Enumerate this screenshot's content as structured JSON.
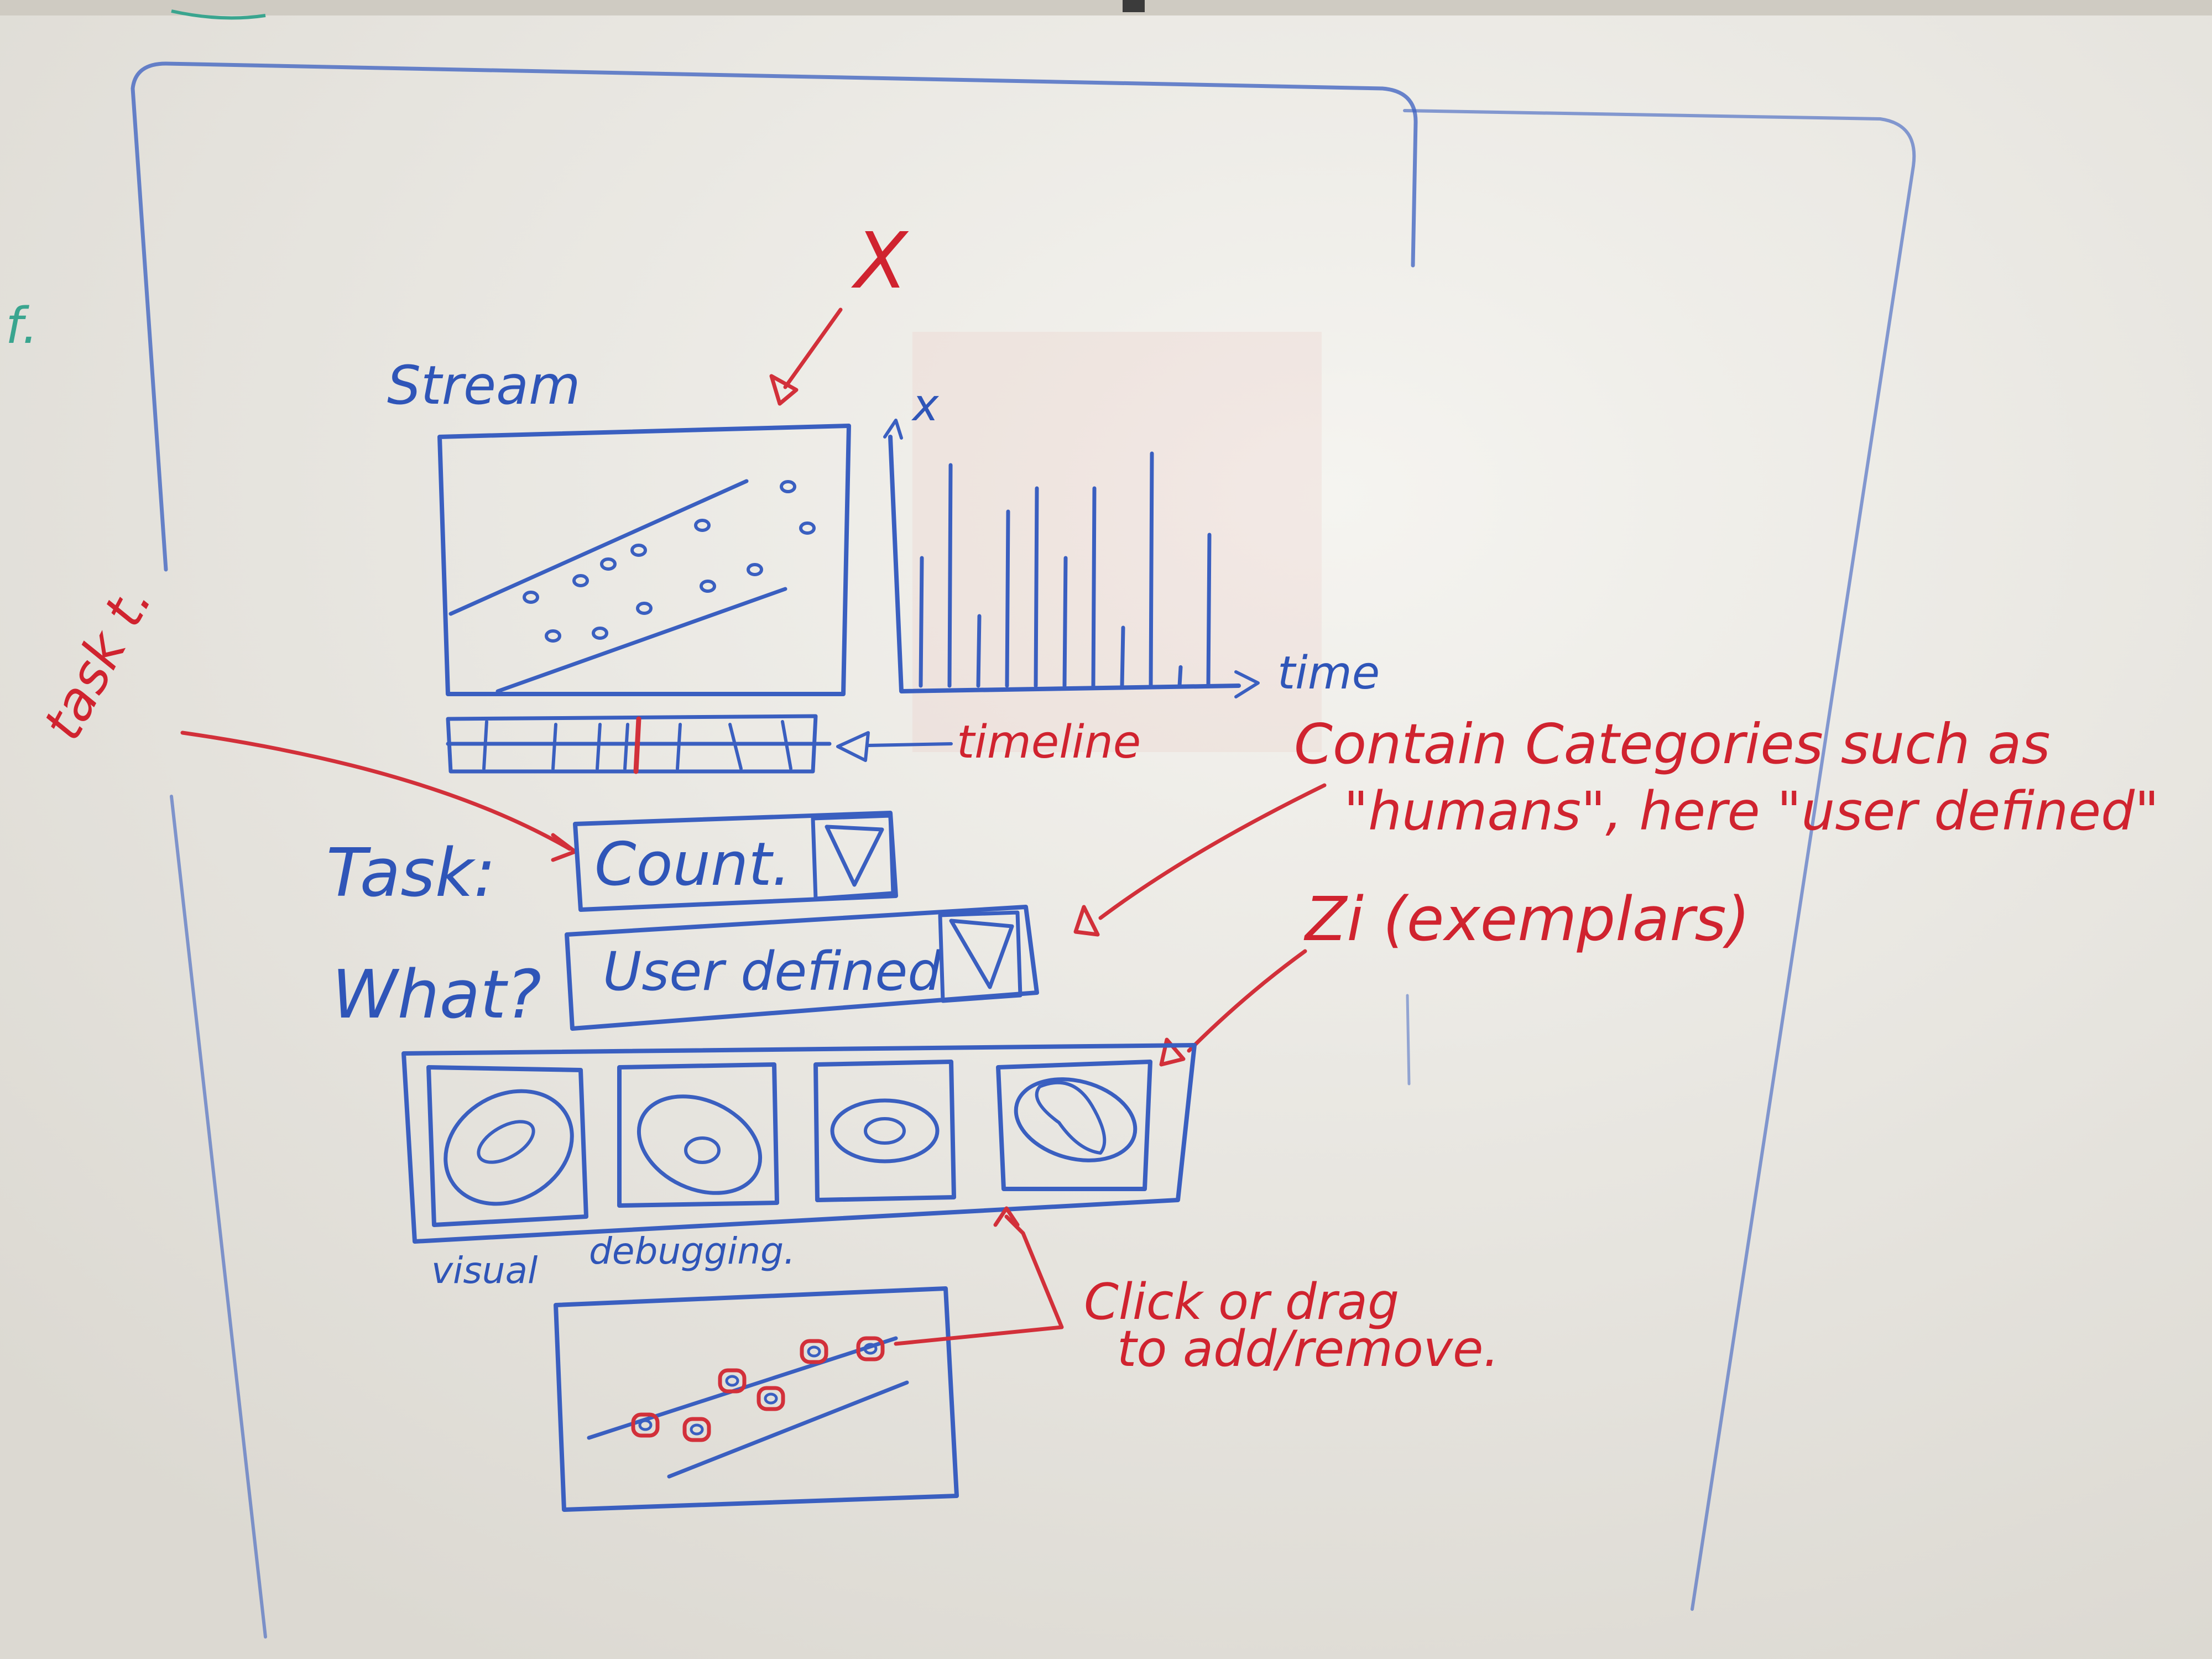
{
  "colors": {
    "board": "#e9e7e1",
    "blue_marker": "#3a5fc0",
    "red_marker": "#d2303a",
    "green_marker": "#3aa58f"
  },
  "edge_mark": "f.",
  "sketch": {
    "stream_label": "Stream",
    "close_mark": "X",
    "chart_y_label": "x",
    "chart_x_label": "time",
    "bar_heights": [
      0.55,
      0.95,
      0.3,
      0.75,
      0.85,
      0.55,
      0.85,
      0.25,
      1.0,
      0.08,
      0.65
    ],
    "timeline_label": "timeline",
    "task_annotation": "task t.",
    "task_label": "Task:",
    "task_value": "Count.",
    "what_label": "What?",
    "what_value": "User defined",
    "categories_note": [
      "Contain Categories such as",
      "\"humans\", here \"user defined\""
    ],
    "exemplars_note": "Zi (exemplars)",
    "visual_debugging": [
      "visual",
      "debugging."
    ],
    "click_note": [
      "Click or drag",
      "to add/remove."
    ]
  }
}
